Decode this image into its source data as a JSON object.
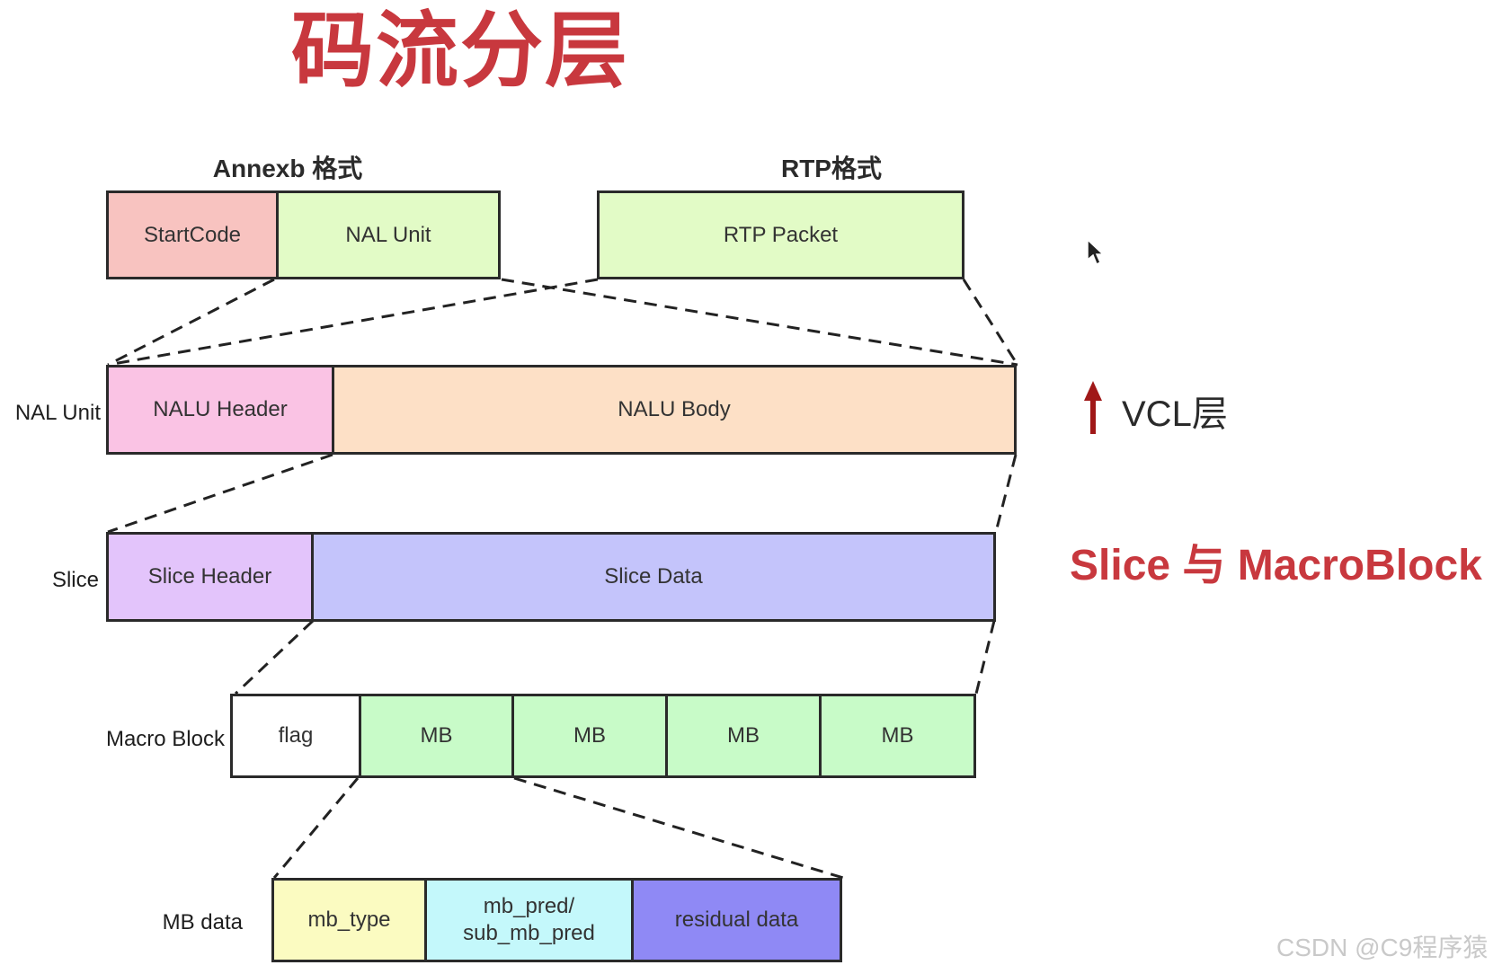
{
  "title": "码流分层",
  "groups": {
    "annexb_label": "Annexb 格式",
    "rtp_label": "RTP格式"
  },
  "annexb": {
    "startcode": "StartCode",
    "nal_unit": "NAL Unit"
  },
  "rtp": {
    "packet": "RTP Packet"
  },
  "rows": {
    "nal_unit": {
      "label": "NAL Unit",
      "header": "NALU Header",
      "body": "NALU Body"
    },
    "slice": {
      "label": "Slice",
      "header": "Slice Header",
      "data": "Slice Data"
    },
    "macro_block": {
      "label": "Macro Block",
      "cells": [
        "flag",
        "MB",
        "MB",
        "MB",
        "MB"
      ]
    },
    "mb_data": {
      "label": "MB data",
      "mb_type": "mb_type",
      "mb_pred_line1": "mb_pred/",
      "mb_pred_line2": "sub_mb_pred",
      "residual": "residual data"
    }
  },
  "side": {
    "vcl": "VCL层",
    "slice_macroblock": "Slice 与 MacroBlock"
  },
  "watermark": "CSDN @C9程序猿",
  "colors": {
    "title_red": "#c8383e",
    "startcode": "#f8c3c0",
    "nal_green": "#e2fbc6",
    "nalu_header": "#fac3e4",
    "nalu_body": "#fde0c6",
    "slice_header": "#e3c4fb",
    "slice_data": "#c4c4fb",
    "flag": "#ffffff",
    "mb": "#c8fbc8",
    "mb_type": "#fbfbc1",
    "mb_pred": "#c4f8fb",
    "residual": "#8f89f5",
    "arrow": "#a01818"
  }
}
